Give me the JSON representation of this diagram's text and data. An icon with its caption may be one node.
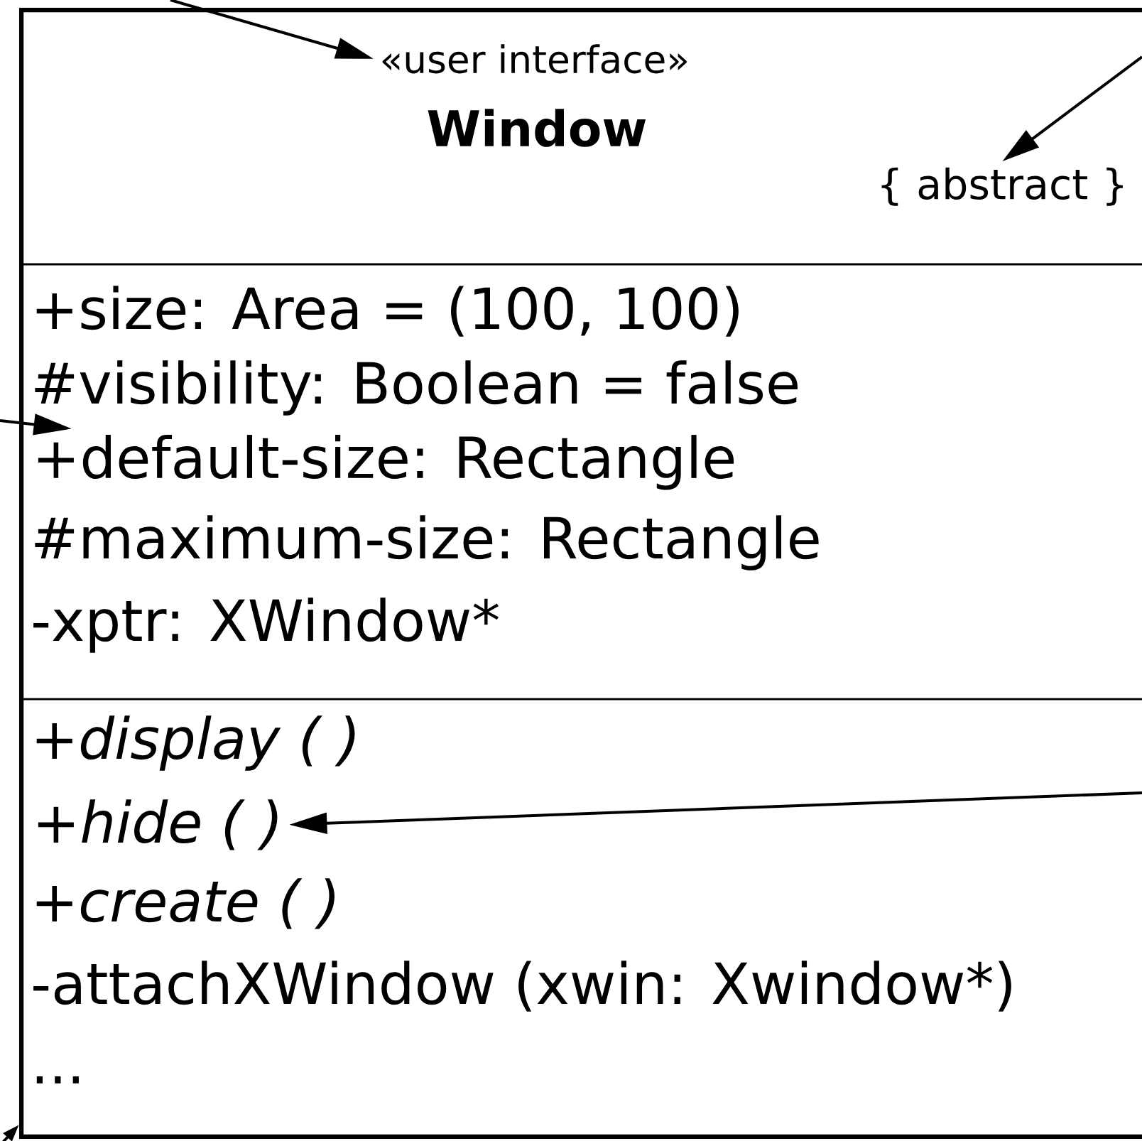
{
  "diagram": {
    "nodes": [
      {
        "text": [],
        "shape": "box"
      },
      {
        "text": [
          "«user interface»"
        ],
        "in": 0
      },
      {
        "text": [
          "{ abstract }"
        ],
        "in": 0
      },
      {
        "text": [
          "+default-size: Rectangle"
        ],
        "in": 0
      },
      {
        "text": [
          "+hide ( )"
        ],
        "in": 0
      }
    ],
    "edges": [
      {
        "from": null,
        "to": 1,
        "arrow": "to"
      },
      {
        "from": null,
        "to": 2,
        "arrow": "to"
      },
      {
        "from": null,
        "to": 3,
        "arrow": "to"
      },
      {
        "from": null,
        "to": 4,
        "arrow": "to"
      },
      {
        "from": null,
        "to": 0,
        "arrow": "to"
      }
    ],
    "labels": [
      "Window",
      "+size: Area = (100, 100)",
      "#visibility: Boolean = false",
      "#maximum-size: Rectangle",
      "-xptr: XWindow*",
      "+display ( )",
      "+create ( )",
      "-attachXWindow (xwin: Xwindow*)",
      "..."
    ]
  }
}
